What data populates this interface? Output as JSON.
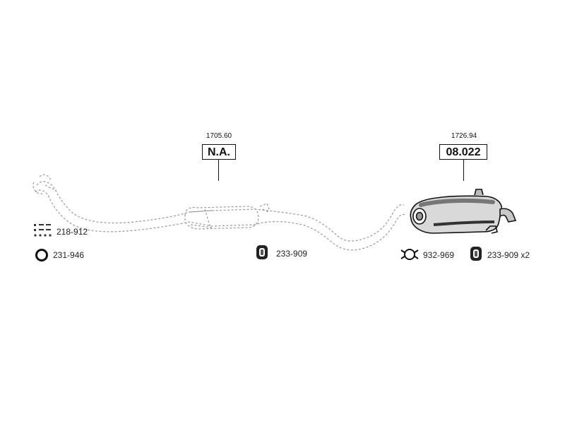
{
  "parts": [
    {
      "ref": "1705.60",
      "code": "N.A."
    },
    {
      "ref": "1726.94",
      "code": "08.022"
    }
  ],
  "accessories": [
    {
      "icon": "bolt-set-icon",
      "label": "218-912"
    },
    {
      "icon": "gasket-ring-icon",
      "label": "231-946"
    },
    {
      "icon": "rubber-mount-icon",
      "label": "233-909"
    },
    {
      "icon": "clamp-icon",
      "label": "932-969"
    },
    {
      "icon": "rubber-mount-icon",
      "label": "233-909 x2"
    }
  ]
}
